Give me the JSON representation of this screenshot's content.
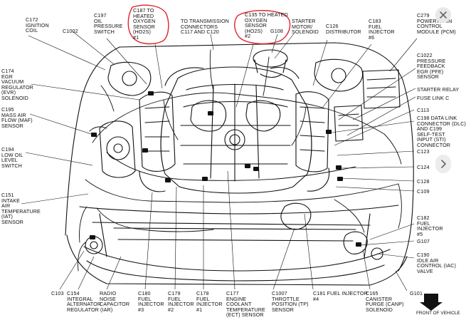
{
  "labels": {
    "c172": "C172\nIGNITION\nCOIL",
    "c197": "C197\nOIL\nPRESSURE\nSWITCH",
    "c1002": "C1002",
    "c187": "C187 TO\nHEATED\nOXYGEN\nSENSOR\n(HO2S)\n#1",
    "to_trans": "TO TRANSMISSION\nCONNECTORS\nC117 AND C120",
    "c135": "C135 TO HEATED\nOXYGEN\nSENSOR\n(HO2S)\n#2",
    "g108": "G108",
    "starter_motor": "STARTER\nMOTOR/\nSOLENOID",
    "c126": "C126\nDISTRIBUTOR",
    "c183": "C183\nFUEL\nINJECTOR\n#6",
    "c279": "C279\nPOWERTRAIN\nCONTROL\nMODULE (PCM)",
    "c174": "C174\nEGR\nVACUUM\nREGULATOR\n(EVR)\nSOLENOID",
    "c1022": "C1022\nPRESSURE\nFEEDBACK\nEGR (PFE)\nSENSOR",
    "starter_relay": "STARTER RELAY",
    "fuse_link": "FUSE LINK C",
    "c195": "C195\nMASS AIR\nFLOW (MAF)\nSENSOR",
    "c113": "C113",
    "c198": "C198 DATA LINK\nCONNECTOR (DLC)\nAND C199\nSELF-TEST\nINPUT (STI)\nCONNECTOR",
    "c194": "C194\nLOW OIL\nLEVEL\nSWITCH",
    "c123": "C123",
    "c124": "C124",
    "c128": "C128",
    "c109": "C109",
    "c151": "C151\nINTAKE\nAIR\nTEMPERATURE\n(IAT)\nSENSOR",
    "c182": "C182\nFUEL\nINJECTOR\n#5",
    "g107": "G107",
    "c190": "C190\nIDLE AIR\nCONTROL (IAC)\nVALVE",
    "c103": "C103",
    "c154": "C154\nINTEGRAL\nALTERNATOR\nREGULATOR (IAR)",
    "radio": "RADIO\nNOISE\nCAPACITOR",
    "c180": "C180\nFUEL\nINJECTOR\n#3",
    "c179": "C179\nFUEL\nINJECTOR\n#2",
    "c178": "C178\nFUEL\nINJECTOR\n#1",
    "c177": "C177\nENGINE\nCOOLANT\nTEMPERATURE\n(ECT) SENSOR",
    "c1007": "C1007\nTHROTTLE\nPOSITION (TP)\nSENSOR",
    "c181": "C181 FUEL INJECTOR\n#4",
    "c165": "C165\nCANISTER\nPURGE (CANP)\nSOLENOID",
    "g101": "G101",
    "front": "FRONT OF VEHICLE"
  },
  "colors": {
    "ink": "#111111",
    "annotation": "#e0202a",
    "button_bg": "#e8e8e8",
    "button_icon": "#666666"
  },
  "icons": {
    "close": "close-icon",
    "next": "chevron-right-icon",
    "front_arrow": "arrow-down-icon"
  }
}
